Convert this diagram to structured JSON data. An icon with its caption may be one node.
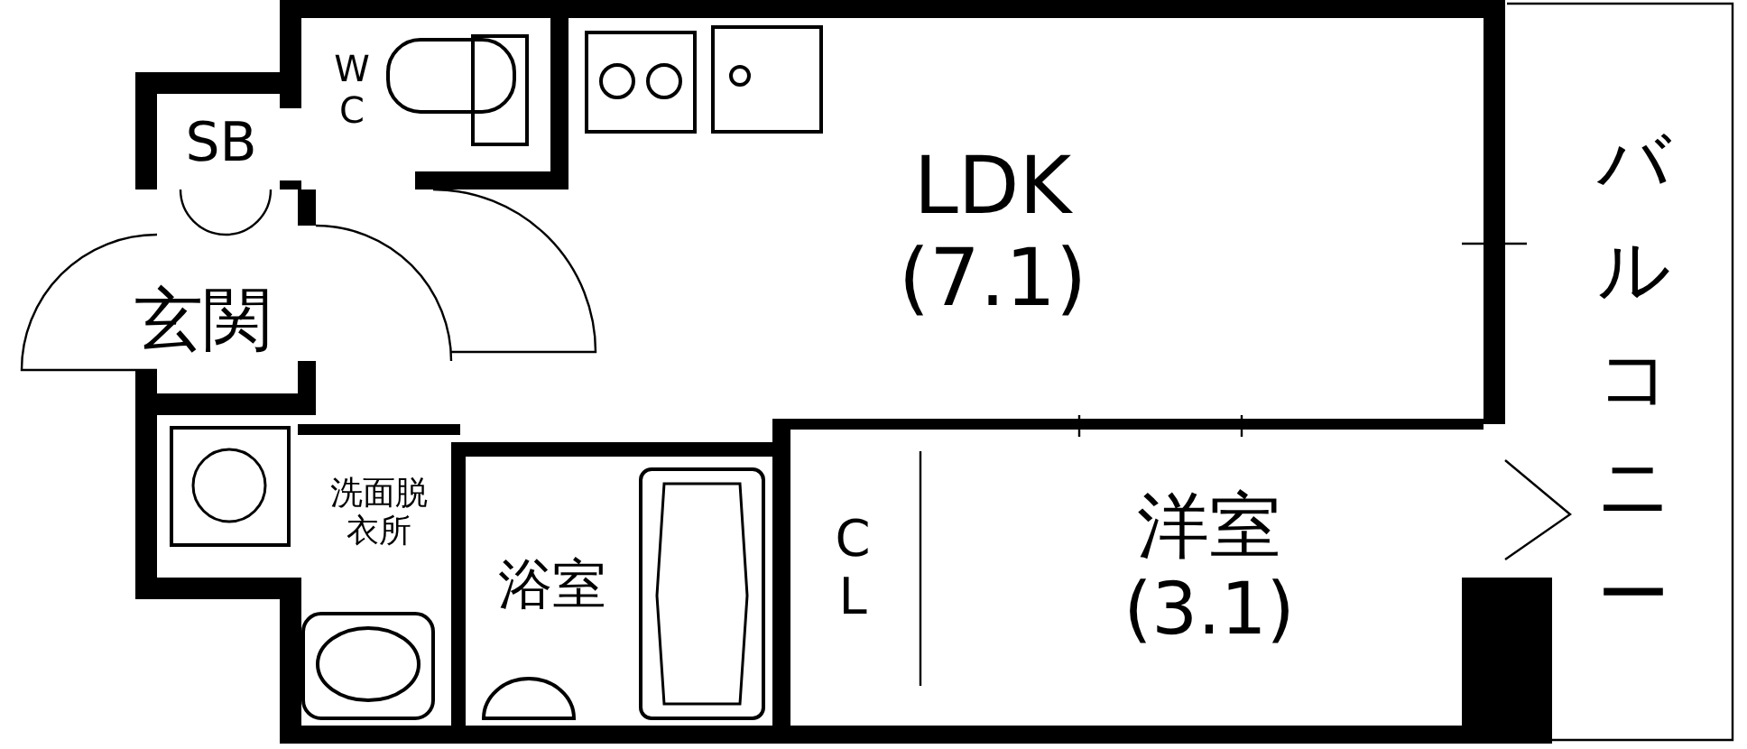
{
  "diagram": {
    "nodes": [
      {
        "text": [
          "SB"
        ]
      },
      {
        "text": [
          "W C"
        ]
      },
      {
        "text": [
          "玄関"
        ]
      },
      {
        "text": [
          "LDK",
          "(7.1)"
        ]
      },
      {
        "text": [
          "洗面脱衣所"
        ]
      },
      {
        "text": [
          "浴室"
        ]
      },
      {
        "text": [
          "C L"
        ]
      },
      {
        "text": [
          "洋室",
          "(3.1)"
        ]
      },
      {
        "text": [
          "バルコニー"
        ]
      }
    ]
  }
}
